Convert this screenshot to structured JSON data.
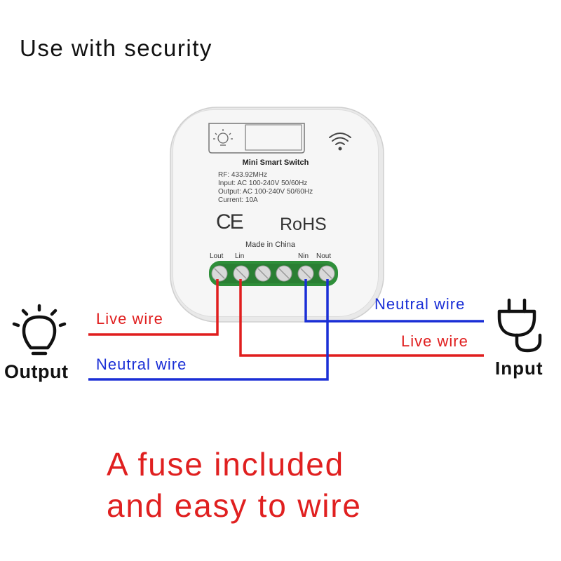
{
  "headline": "Use with security",
  "device": {
    "title": "Mini Smart Switch",
    "specs": [
      "RF: 433.92MHz",
      "Input:  AC 100-240V  50/60Hz",
      "Output:  AC 100-240V  50/60Hz",
      "Current:  10A"
    ],
    "cert_ce": "CE",
    "cert_rohs": "RoHS",
    "origin": "Made in China",
    "terminals": [
      "Lout",
      "Lin",
      "Nin",
      "Nout"
    ]
  },
  "output_side": {
    "label": "Output",
    "live_wire": "Live wire",
    "neutral_wire": "Neutral wire",
    "icon": "light-bulb-icon"
  },
  "input_side": {
    "label": "Input",
    "live_wire": "Live wire",
    "neutral_wire": "Neutral wire",
    "icon": "power-plug-icon"
  },
  "tagline": [
    "A fuse included",
    "and easy to wire"
  ],
  "colors": {
    "live": "#e01e1e",
    "neutral": "#1a2fd6",
    "terminal_block": "#2f8f3a",
    "tagline": "#e02020"
  }
}
